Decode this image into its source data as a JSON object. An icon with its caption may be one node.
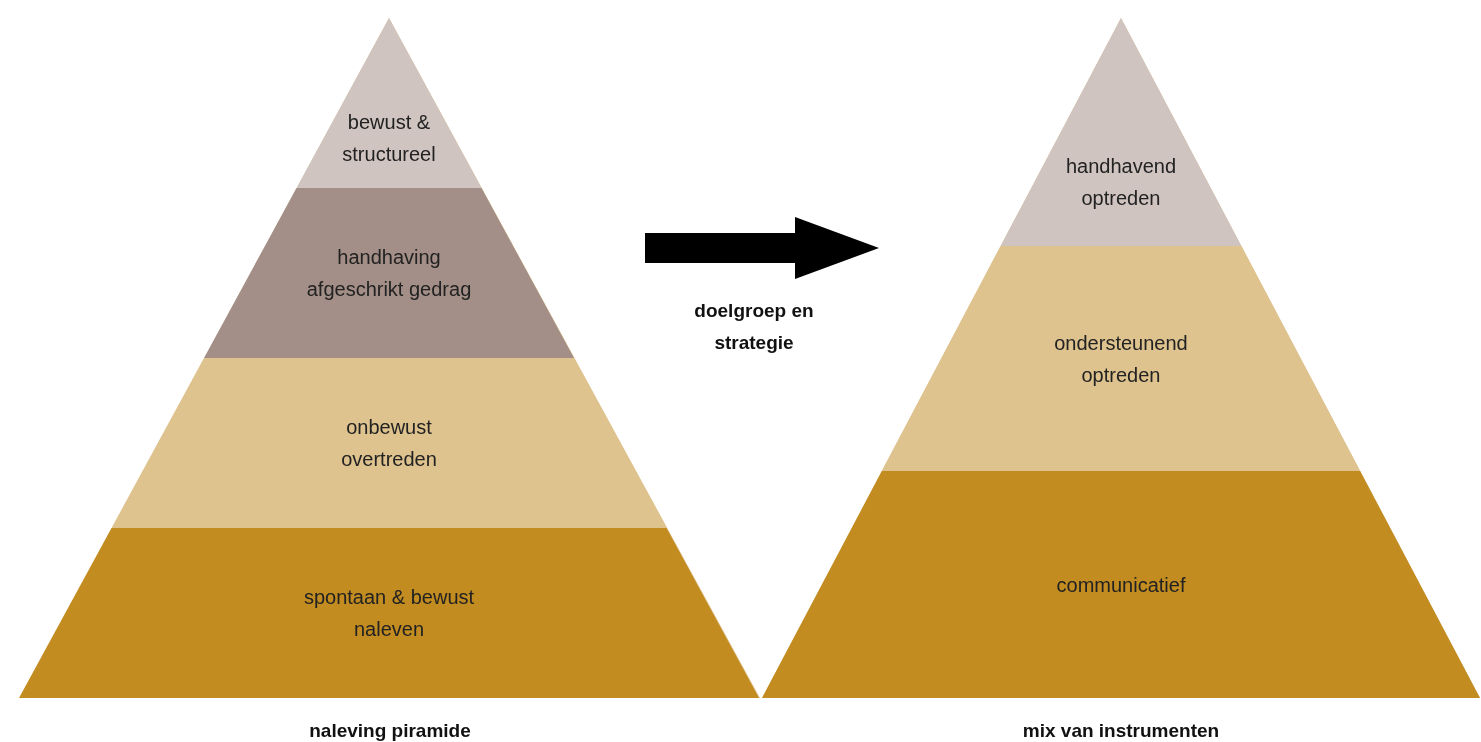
{
  "diagram": {
    "nodes": [
      {
        "text": [
          "naleving piramide"
        ]
      },
      {
        "text": [
          "bewust & structureel"
        ],
        "in": 0
      },
      {
        "text": [
          "handhaving afgeschrikt gedrag"
        ],
        "in": 0
      },
      {
        "text": [
          "onbewust overtreden"
        ],
        "in": 0
      },
      {
        "text": [
          "spontaan & bewust naleven"
        ],
        "in": 0
      },
      {
        "text": [
          "mix van instrumenten"
        ]
      },
      {
        "text": [
          "handhavend optreden"
        ],
        "in": 5
      },
      {
        "text": [
          "ondersteunend optreden"
        ],
        "in": 5
      },
      {
        "text": [
          "communicatief"
        ],
        "in": 5
      }
    ],
    "labels": [
      "doelgroep en strategie"
    ]
  }
}
